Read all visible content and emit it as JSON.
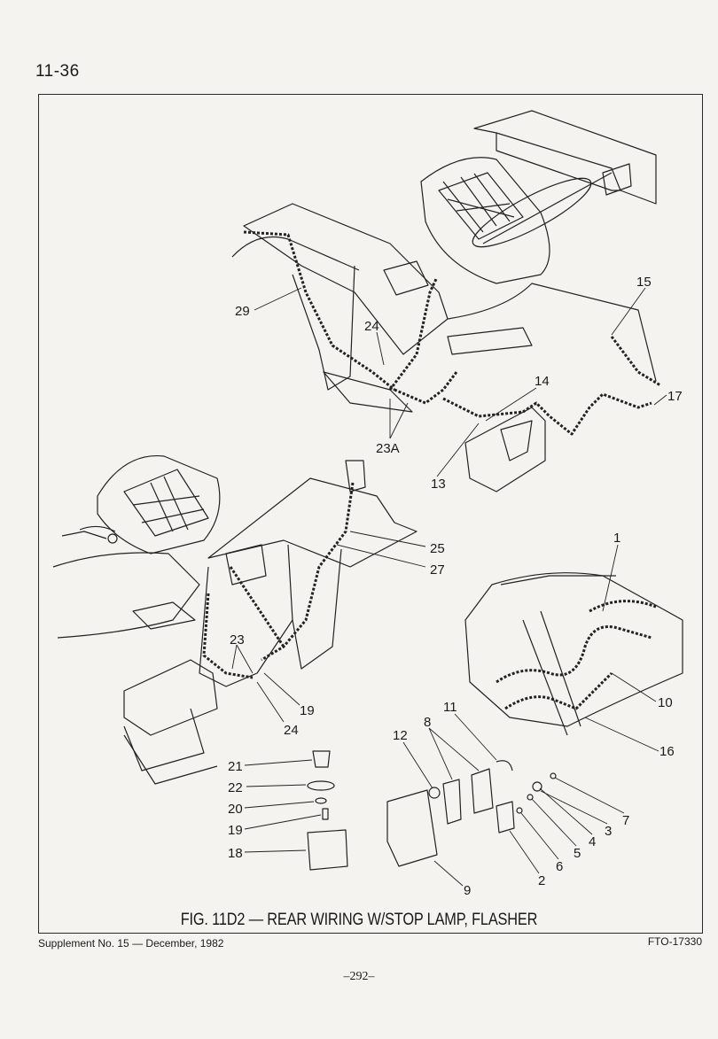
{
  "header": {
    "page_number": "11-36"
  },
  "figure": {
    "caption": "FIG. 11D2 — REAR WIRING W/STOP LAMP, FLASHER",
    "callouts": [
      "29",
      "24",
      "23A",
      "13",
      "14",
      "15",
      "17",
      "25",
      "27",
      "23",
      "19",
      "24",
      "1",
      "10",
      "16",
      "21",
      "22",
      "20",
      "19",
      "18",
      "12",
      "8",
      "11",
      "9",
      "2",
      "6",
      "5",
      "4",
      "3",
      "7"
    ]
  },
  "footer": {
    "supplement": "Supplement No. 15 — December, 1982",
    "code": "FTO-17330",
    "page": "–292–"
  }
}
